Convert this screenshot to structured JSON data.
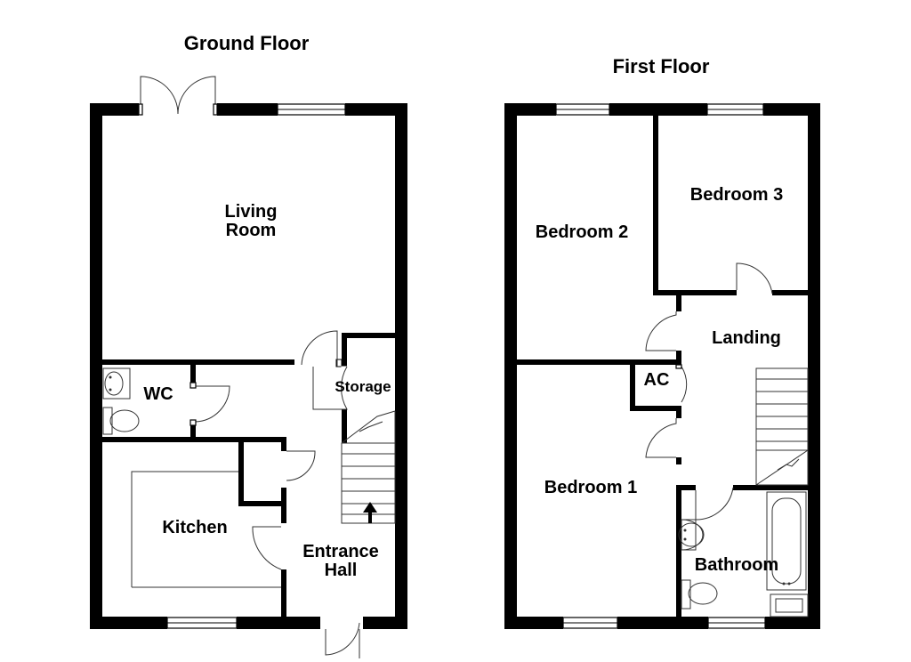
{
  "floors": {
    "ground": {
      "title": "Ground Floor",
      "rooms": {
        "living_room": [
          "Living",
          "Room"
        ],
        "wc": "WC",
        "storage": "Storage",
        "kitchen": "Kitchen",
        "entrance_hall": [
          "Entrance",
          "Hall"
        ]
      }
    },
    "first": {
      "title": "First Floor",
      "rooms": {
        "bedroom_2": "Bedroom 2",
        "bedroom_3": "Bedroom 3",
        "landing": "Landing",
        "ac": "AC",
        "bedroom_1": "Bedroom 1",
        "bathroom": "Bathroom"
      }
    }
  }
}
